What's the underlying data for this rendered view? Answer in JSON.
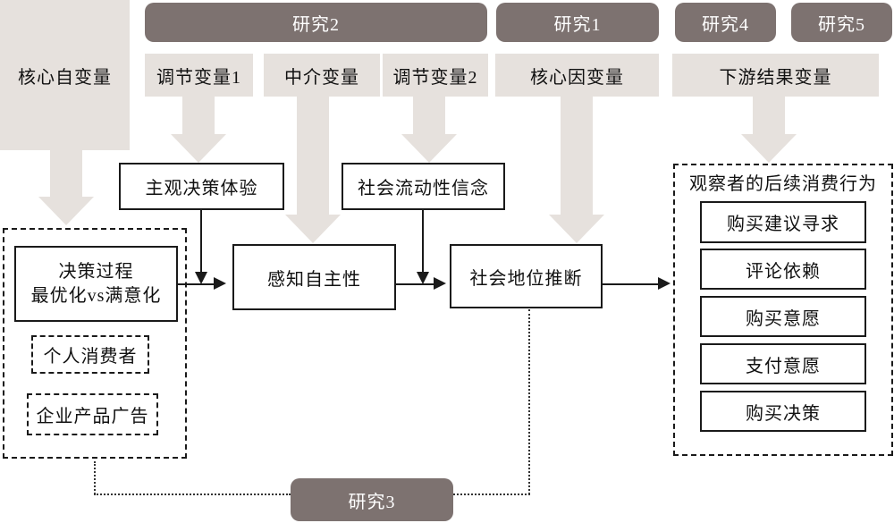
{
  "diagram": {
    "studies": {
      "s1": "研究1",
      "s2": "研究2",
      "s3": "研究3",
      "s4": "研究4",
      "s5": "研究5"
    },
    "variable_roles": {
      "core_iv": "核心自变量",
      "moderator1": "调节变量1",
      "mediator": "中介变量",
      "moderator2": "调节变量2",
      "core_dv": "核心因变量",
      "downstream": "下游结果变量"
    },
    "nodes": {
      "subjective_decision_experience": "主观决策体验",
      "social_mobility_belief": "社会流动性信念",
      "decision_process_line1": "决策过程",
      "decision_process_line2": "最优化vs满意化",
      "individual_consumer": "个人消费者",
      "corporate_product_ad": "企业产品广告",
      "perceived_autonomy": "感知自主性",
      "social_status_inference": "社会地位推断",
      "observer_behavior_header": "观察者的后续消费行为",
      "outcomes": [
        "购买建议寻求",
        "评论依赖",
        "购买意愿",
        "支付意愿",
        "购买决策"
      ]
    },
    "colors": {
      "study_bar": "#7d7270",
      "variable_box": "#e6e1dd",
      "block_arrow": "#e6e1dd",
      "line": "#1a1a1a"
    }
  }
}
